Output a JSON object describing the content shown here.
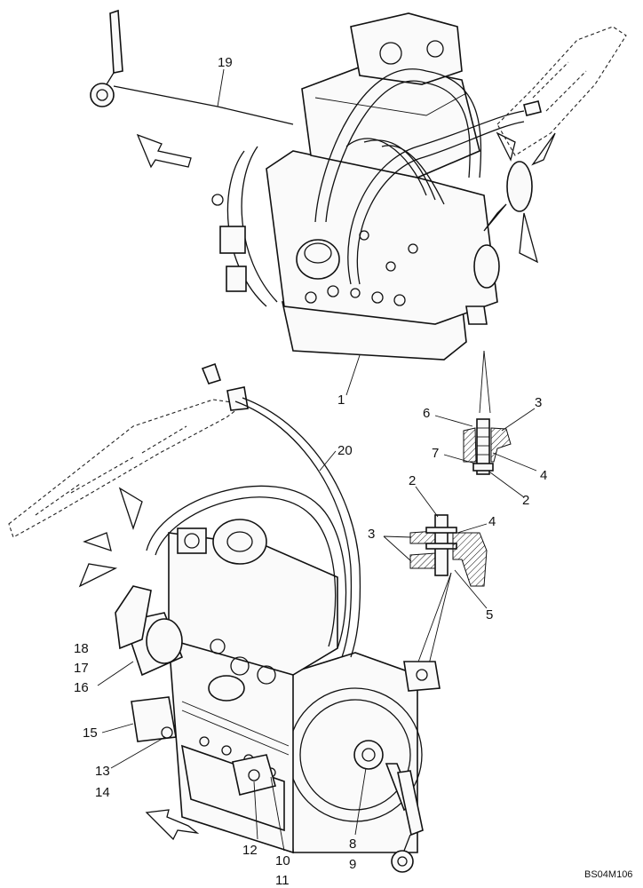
{
  "figure_code": "BS04M106",
  "callouts": [
    "1",
    "2",
    "3",
    "4",
    "5",
    "6",
    "7",
    "8",
    "9",
    "10",
    "11",
    "12",
    "13",
    "14",
    "15",
    "16",
    "17",
    "18",
    "19",
    "20"
  ],
  "labels": {
    "top_19": "19",
    "top_1": "1",
    "d1_6": "6",
    "d1_3": "3",
    "d1_7": "7",
    "d1_4": "4",
    "d1_2": "2",
    "d2_2": "2",
    "d2_3": "3",
    "d2_4": "4",
    "d2_5": "5",
    "b_20": "20",
    "b_18": "18",
    "b_17": "17",
    "b_16": "16",
    "b_15": "15",
    "b_13": "13",
    "b_14": "14",
    "b_12": "12",
    "b_10": "10",
    "b_11": "11",
    "b_8": "8",
    "b_9": "9"
  }
}
